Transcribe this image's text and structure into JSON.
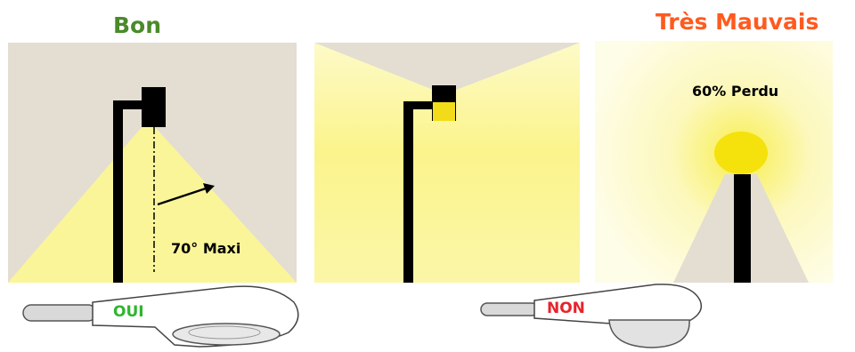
{
  "headings": {
    "good": "Bon",
    "very_bad": "Très Mauvais"
  },
  "labels": {
    "angle": "70° Maxi",
    "light_lost": "60% Perdu",
    "yes": "OUI",
    "no": "NON"
  },
  "colors": {
    "good": "#4a8a2a",
    "very_bad": "#ff5a1f",
    "yes": "#2fb52f",
    "no": "#e8242a",
    "sky": "#e4ddd2",
    "light": "#fbf59a",
    "pole": "#000000"
  }
}
